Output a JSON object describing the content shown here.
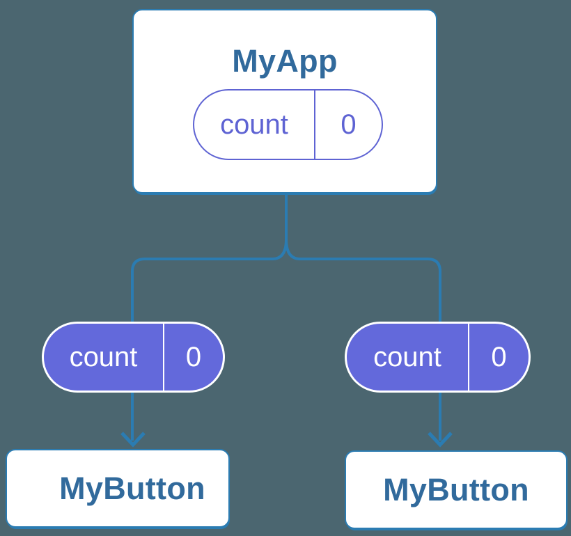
{
  "colors": {
    "bg": "#4b6670",
    "line": "#2b7cb2",
    "card-bg": "#ffffff",
    "card-text": "#316a9c",
    "purple": "#5e63d3",
    "purple-fill": "#6369db",
    "pill-text-light": "#ffffff"
  },
  "tree": {
    "root": {
      "title": "MyApp",
      "state": {
        "label": "count",
        "value": "0"
      }
    },
    "children": [
      {
        "title": "MyButton",
        "state": {
          "label": "count",
          "value": "0"
        }
      },
      {
        "title": "MyButton",
        "state": {
          "label": "count",
          "value": "0"
        }
      }
    ]
  }
}
